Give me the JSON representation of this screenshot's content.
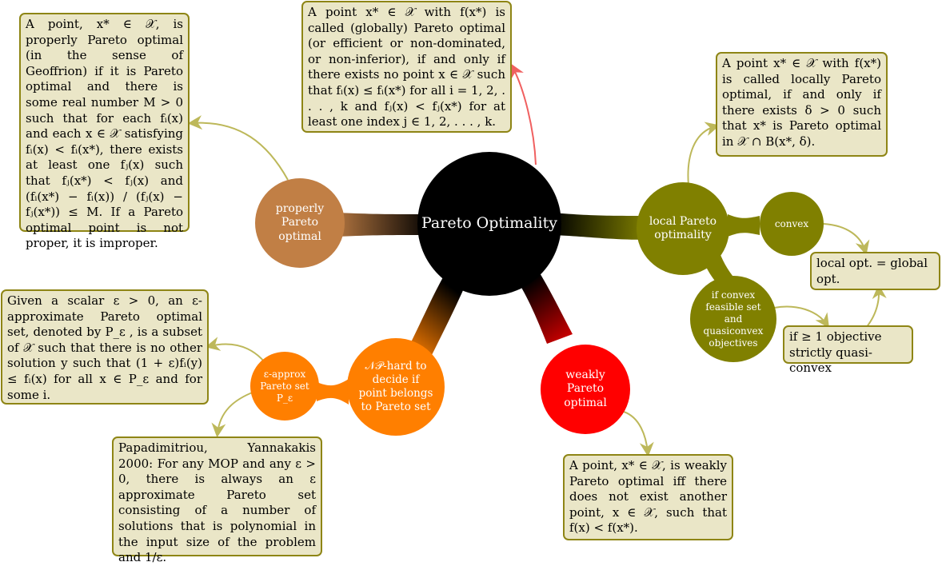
{
  "nodes": {
    "center": "Pareto Optimality",
    "properly": "properly Pareto optimal",
    "local": "local Pareto optimality",
    "convex": "convex",
    "ifconvex": "if convex feasible set and quasiconvex objectives",
    "weakly": "weakly Pareto optimal",
    "nphard": "𝒩𝒫-hard to decide if point belongs to Pareto set",
    "eps": "ε-approx Pareto set P_ε"
  },
  "notes": {
    "global": "A point x* ∈ 𝒳 with f(x*) is called (globally) Pareto optimal (or efficient or non-dominated, or non-inferior), if and only if there exists no point x ∈ 𝒳 such that fᵢ(x) ≤ fᵢ(x*) for all i = 1, 2, . . . , k and fⱼ(x) < fⱼ(x*) for at least one index j ∈ 1, 2, . . . , k.",
    "properly": "A point, x* ∈ 𝒳, is properly Pareto optimal (in the sense of Geoffrion) if it is Pareto optimal and there is some real number M > 0 such that for each fᵢ(x) and each x ∈ 𝒳 satisfying fᵢ(x) < fᵢ(x*), there exists at least one fⱼ(x) such that fⱼ(x*) < fⱼ(x) and (fᵢ(x*) − fᵢ(x)) / (fⱼ(x) − fⱼ(x*)) ≤ M. If a Pareto optimal point is not proper, it is improper.",
    "locally": "A point x* ∈ 𝒳 with f(x*) is called locally Pareto optimal, if and only if there exists δ > 0 such that x* is Pareto optimal in 𝒳 ∩ B(x*, δ).",
    "localglobal": "local opt. = global opt.",
    "quasi": "if ≥ 1 objective strictly quasi-convex",
    "eps": "Given a scalar ε > 0, an ε-approximate Pareto optimal set, denoted by P_ε , is a subset of 𝒳 such that there is no other solution y such that (1 + ε)fᵢ(y) ≤ fᵢ(x) for all x ∈ P_ε and for some i.",
    "papa": "Papadimitriou, Yannakakis 2000: For any MOP and any ε > 0, there is always an ε approximate Pareto set consisting of a number of solutions that is polynomial in the input size of the problem and 1/ε.",
    "weakly": "A point, x* ∈ 𝒳, is weakly Pareto optimal iff there does not exist another point, x ∈ 𝒳, such that f(x) < f(x*)."
  },
  "colors": {
    "center": "#000000",
    "properly": "#c17f45",
    "local": "#808000",
    "weakly": "#ff0000",
    "nphard": "#ff7f00",
    "note_fill": "#eae6c7",
    "note_border": "#8e8515",
    "arrow_red": "#f06060",
    "arrow_olive": "#bdb85a"
  }
}
